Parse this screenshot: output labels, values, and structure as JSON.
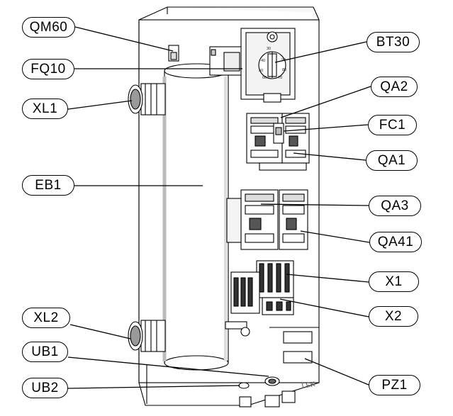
{
  "diagram": {
    "callouts_left": [
      {
        "id": "qm60",
        "label": "QM60"
      },
      {
        "id": "fq10",
        "label": "FQ10"
      },
      {
        "id": "xl1",
        "label": "XL1"
      },
      {
        "id": "eb1",
        "label": "EB1"
      },
      {
        "id": "xl2",
        "label": "XL2"
      },
      {
        "id": "ub1",
        "label": "UB1"
      },
      {
        "id": "ub2",
        "label": "UB2"
      }
    ],
    "callouts_right": [
      {
        "id": "bt30",
        "label": "BT30"
      },
      {
        "id": "qa2",
        "label": "QA2"
      },
      {
        "id": "fc1",
        "label": "FC1"
      },
      {
        "id": "qa1",
        "label": "QA1"
      },
      {
        "id": "qa3",
        "label": "QA3"
      },
      {
        "id": "qa41",
        "label": "QA41"
      },
      {
        "id": "x1",
        "label": "X1"
      },
      {
        "id": "x2",
        "label": "X2"
      },
      {
        "id": "pz1",
        "label": "PZ1"
      }
    ],
    "thermostat_scale": [
      "30",
      "40",
      "50",
      "60",
      "70",
      "80",
      "90"
    ],
    "housing_text": "LEK"
  }
}
